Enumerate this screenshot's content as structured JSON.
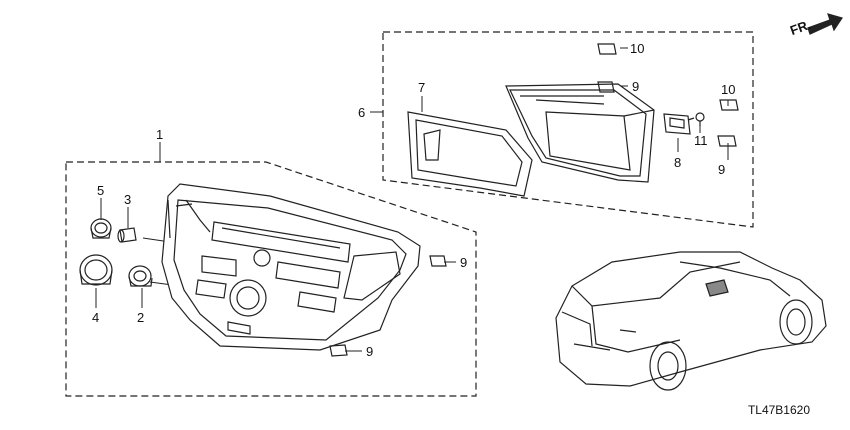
{
  "diagram": {
    "callouts": [
      {
        "id": "c1",
        "text": "1"
      },
      {
        "id": "c2",
        "text": "2"
      },
      {
        "id": "c3",
        "text": "3"
      },
      {
        "id": "c4",
        "text": "4"
      },
      {
        "id": "c5",
        "text": "5"
      },
      {
        "id": "c6",
        "text": "6"
      },
      {
        "id": "c7",
        "text": "7"
      },
      {
        "id": "c8",
        "text": "8"
      },
      {
        "id": "c9a",
        "text": "9"
      },
      {
        "id": "c9b",
        "text": "9"
      },
      {
        "id": "c9c",
        "text": "9"
      },
      {
        "id": "c9d",
        "text": "9"
      },
      {
        "id": "c10a",
        "text": "10"
      },
      {
        "id": "c10b",
        "text": "10"
      },
      {
        "id": "c11",
        "text": "11"
      }
    ],
    "direction_label": "FR.",
    "diagram_code": "TL47B1620"
  }
}
